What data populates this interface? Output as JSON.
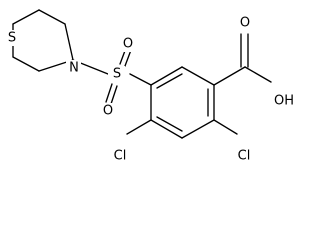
{
  "structure": {
    "atoms": [
      {
        "id": "s1",
        "label": "S"
      },
      {
        "id": "n1",
        "label": "N"
      },
      {
        "id": "s2",
        "label": "S"
      },
      {
        "id": "o1",
        "label": "O"
      },
      {
        "id": "o2",
        "label": "O"
      },
      {
        "id": "o3",
        "label": "O"
      },
      {
        "id": "oh",
        "label": "OH"
      },
      {
        "id": "cl1",
        "label": "Cl"
      },
      {
        "id": "cl2",
        "label": "Cl"
      }
    ]
  }
}
